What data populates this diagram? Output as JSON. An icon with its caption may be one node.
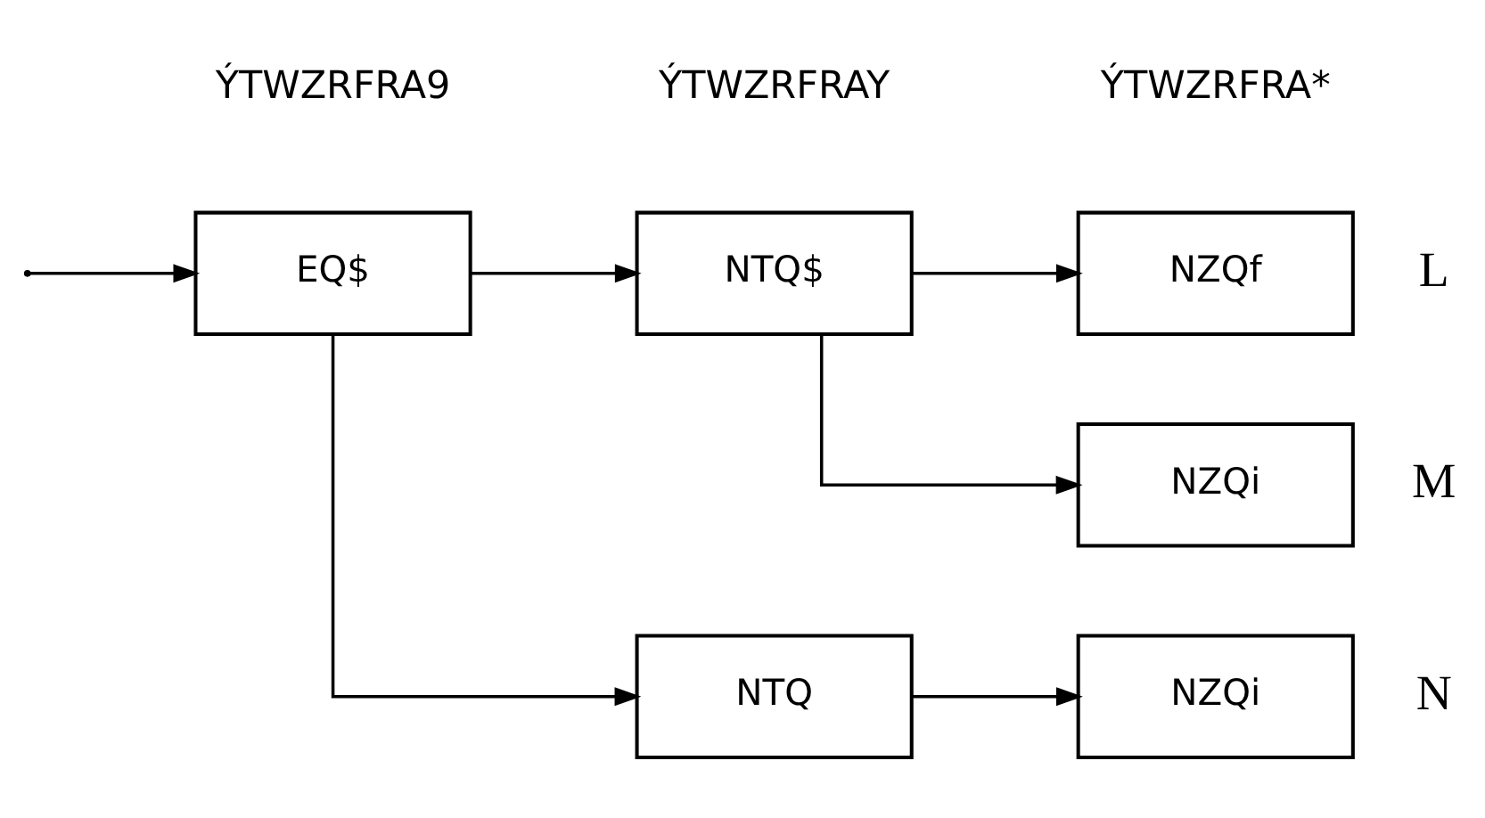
{
  "diagram": {
    "nodes": [
      {
        "text": [
          "EQ$"
        ]
      },
      {
        "text": [
          "NTQ$"
        ]
      },
      {
        "text": [
          "NTQ"
        ]
      },
      {
        "text": [
          "NZQf"
        ],
        "beside": [
          "L"
        ]
      },
      {
        "text": [
          "NZQi"
        ],
        "beside": [
          "M"
        ]
      },
      {
        "text": [
          "NZQi"
        ],
        "beside": [
          "N"
        ]
      }
    ],
    "edges": [
      {
        "from": null,
        "to": 0,
        "arrow": "to"
      },
      {
        "from": 0,
        "to": 1,
        "arrow": "to"
      },
      {
        "from": 0,
        "to": 2,
        "arrow": "to"
      },
      {
        "from": 1,
        "to": 3,
        "arrow": "to"
      },
      {
        "from": 1,
        "to": 4,
        "arrow": "to"
      },
      {
        "from": 2,
        "to": 5,
        "arrow": "to"
      }
    ],
    "labels": [
      "ÝTWZRFRA9",
      "ÝTWZRFRAY",
      "ÝTWZRFRA*"
    ]
  }
}
